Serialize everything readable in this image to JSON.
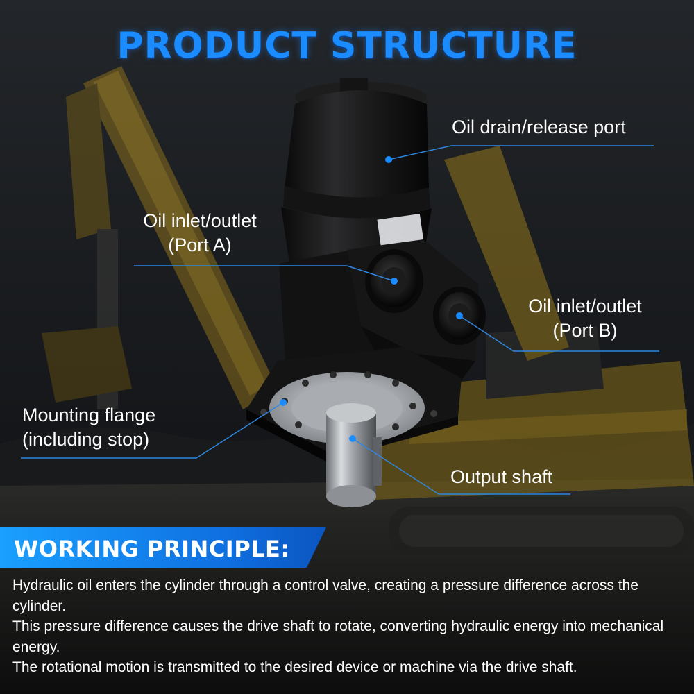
{
  "title": "PRODUCT STRUCTURE",
  "callouts": {
    "oil_drain": {
      "line1": "Oil drain/release port"
    },
    "port_a": {
      "line1": "Oil inlet/outlet",
      "line2": "(Port A)"
    },
    "port_b": {
      "line1": "Oil inlet/outlet",
      "line2": "(Port B)"
    },
    "flange": {
      "line1": "Mounting flange",
      "line2": "(including stop)"
    },
    "shaft": {
      "line1": "Output shaft"
    }
  },
  "principle": {
    "heading": "WORKING PRINCIPLE:",
    "paragraphs": [
      "Hydraulic oil enters the cylinder through a control valve, creating a pressure difference across the cylinder.",
      "This pressure difference causes the drive shaft to rotate, converting hydraulic energy into mechanical energy.",
      "The rotational motion is transmitted to the desired device or machine via the drive shaft."
    ]
  },
  "colors": {
    "accent_blue": "#1a8cff",
    "banner_blue": "#0f6fe0",
    "excavator_yellow": "#c9a227",
    "background": "#121315"
  }
}
